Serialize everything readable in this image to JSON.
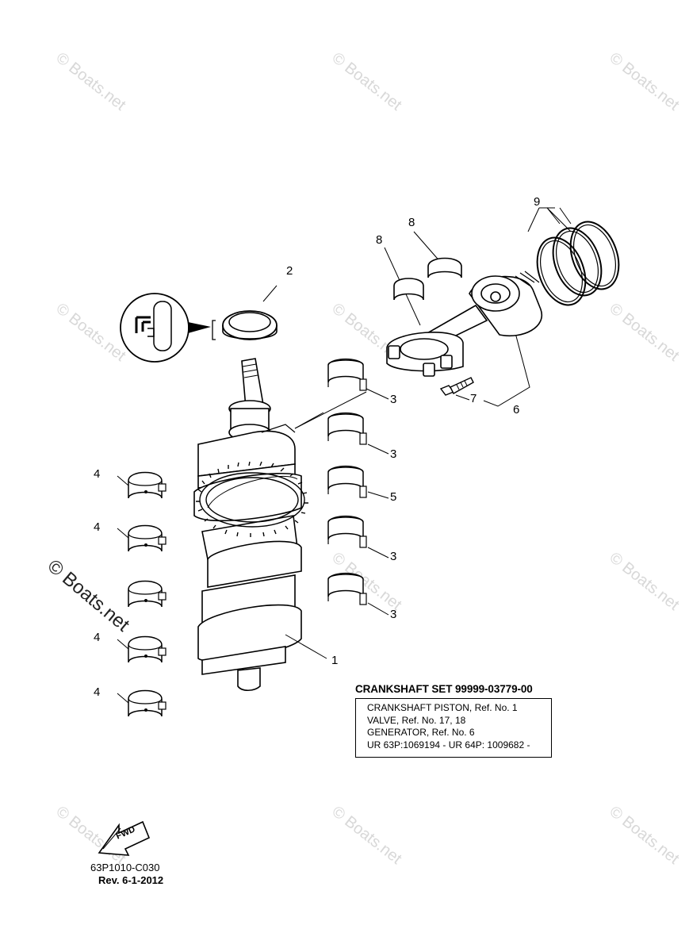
{
  "watermark": "© Boats.net",
  "callouts": [
    "1",
    "2",
    "3",
    "3",
    "3",
    "3",
    "4",
    "4",
    "4",
    "4",
    "5",
    "6",
    "7",
    "8",
    "8",
    "9"
  ],
  "set_title": "CRANKSHAFT SET 99999-03779-00",
  "notes": [
    "CRANKSHAFT PISTON,  Ref. No. 1",
    "VALVE,  Ref. No. 17, 18",
    "GENERATOR,  Ref. No. 6",
    "UR  63P:1069194 -  UR  64P: 1009682 -"
  ],
  "fwd_label": "FWD",
  "diagram_code": "63P1010-C030",
  "revision": "Rev.  6-1-2012"
}
